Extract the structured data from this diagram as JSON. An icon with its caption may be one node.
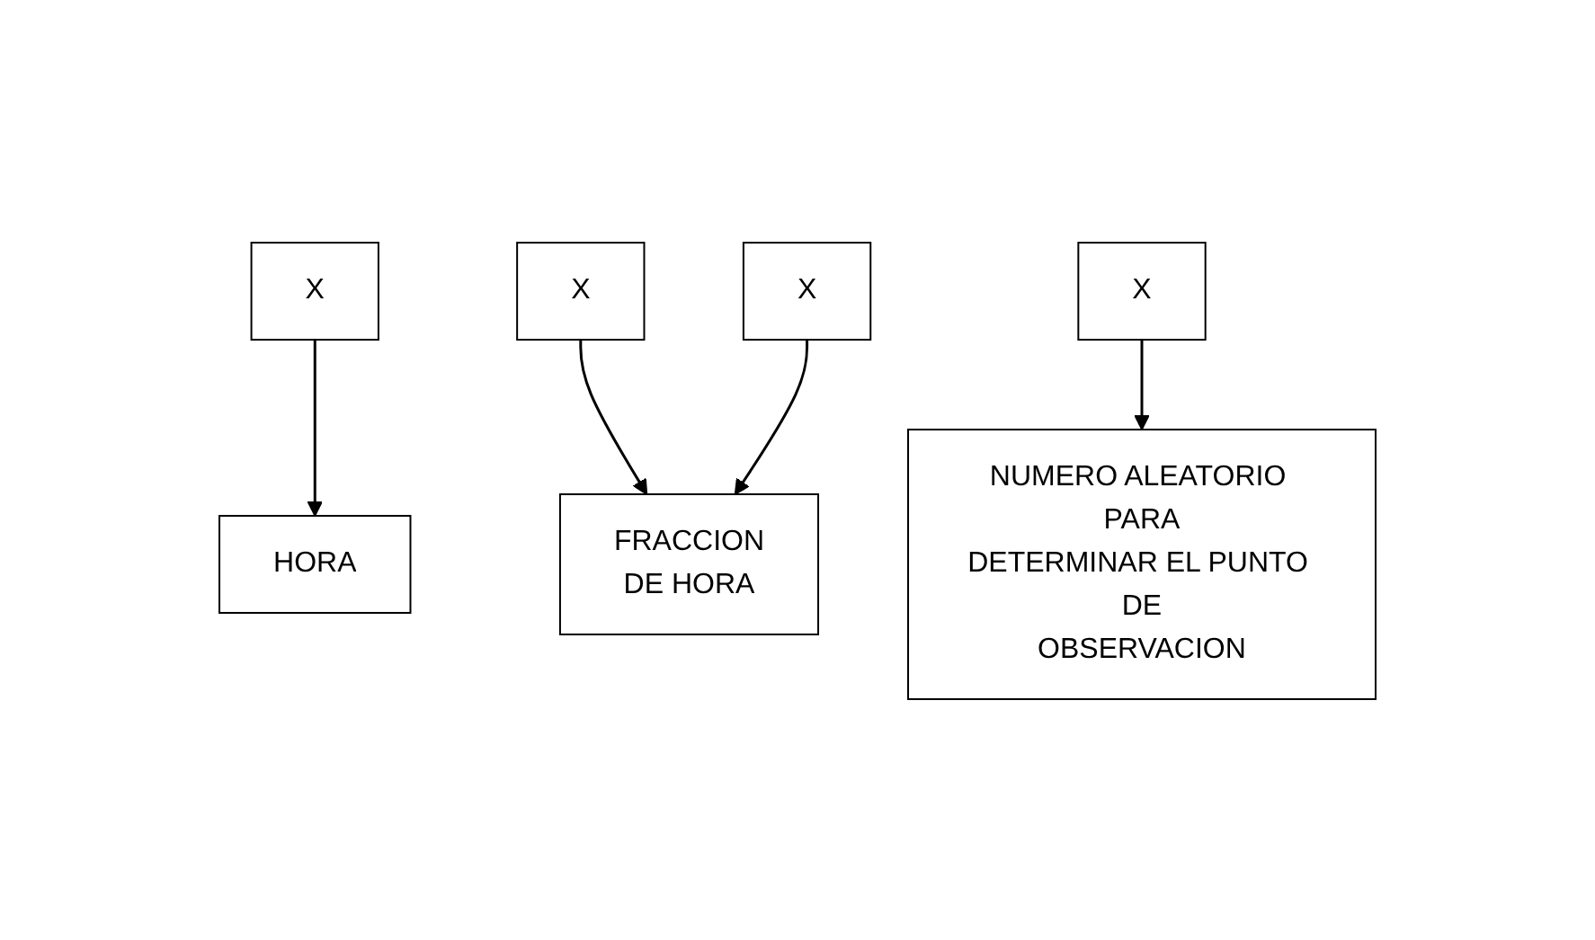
{
  "diagram": {
    "nodes": [
      {
        "text": [
          "X"
        ]
      },
      {
        "text": [
          "X"
        ]
      },
      {
        "text": [
          "X"
        ]
      },
      {
        "text": [
          "X"
        ]
      },
      {
        "text": [
          "HORA"
        ]
      },
      {
        "text": [
          "FRACCION DE HORA"
        ]
      },
      {
        "text": [
          "NUMERO ALEATORIO PARA DETERMINAR EL PUNTO DE OBSERVACION"
        ]
      }
    ],
    "edges": [
      {
        "from": 0,
        "to": 4,
        "arrow": "to"
      },
      {
        "from": 1,
        "to": 5,
        "arrow": "to"
      },
      {
        "from": 2,
        "to": 5,
        "arrow": "to"
      },
      {
        "from": 3,
        "to": 6,
        "arrow": "to"
      }
    ]
  }
}
